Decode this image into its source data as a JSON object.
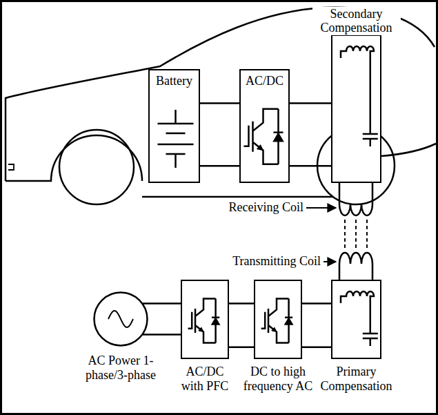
{
  "diagram": {
    "nodes": [
      {
        "text": [
          "Battery"
        ]
      },
      {
        "text": [
          "AC/DC"
        ]
      },
      {
        "text": [
          "Secondary Compensation"
        ]
      },
      {
        "text": [
          "AC Power 1-phase/3-phase"
        ]
      },
      {
        "text": [
          "AC/DC with PFC"
        ]
      },
      {
        "text": [
          "DC to high frequency AC"
        ]
      },
      {
        "text": [
          "Primary Compensation"
        ]
      }
    ],
    "edges": [
      {
        "from": 0,
        "to": 1,
        "arrow": "none"
      },
      {
        "from": 1,
        "to": 2,
        "arrow": "none"
      },
      {
        "from": 3,
        "to": 4,
        "arrow": "none"
      },
      {
        "from": 4,
        "to": 5,
        "arrow": "none"
      },
      {
        "from": 5,
        "to": 6,
        "arrow": "none"
      }
    ],
    "labels": [
      "Receiving Coil",
      "Transmitting Coil"
    ]
  }
}
